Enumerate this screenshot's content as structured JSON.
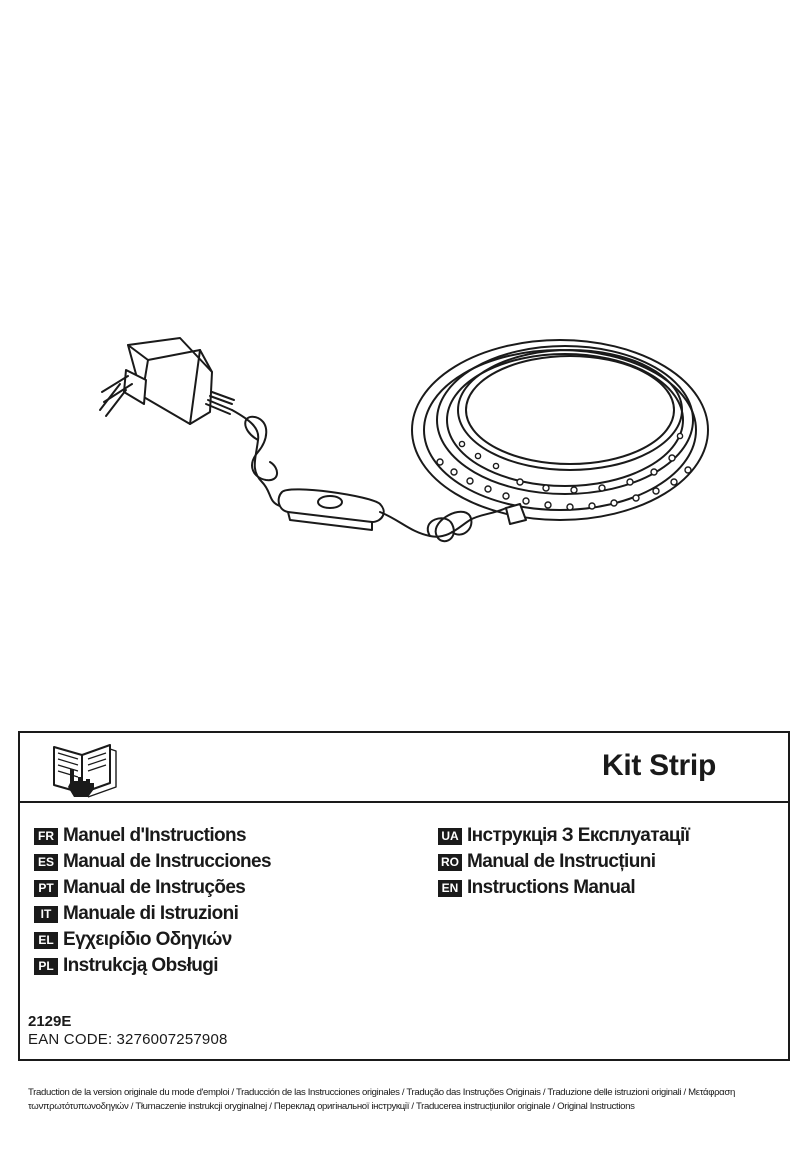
{
  "product": {
    "title": "Kit Strip",
    "code": "2129E",
    "ean_label": "EAN CODE:",
    "ean_value": "3276007257908"
  },
  "languages_left": [
    {
      "code": "FR",
      "label": "Manuel d'Instructions"
    },
    {
      "code": "ES",
      "label": "Manual de Instrucciones"
    },
    {
      "code": "PT",
      "label": "Manual de Instruções"
    },
    {
      "code": "IT",
      "label": "Manuale di Istruzioni"
    },
    {
      "code": "EL",
      "label": "Εγχειρίδιο Οδηγιών"
    },
    {
      "code": "PL",
      "label": "Instrukcją Obsługi"
    }
  ],
  "languages_right": [
    {
      "code": "UA",
      "label": "Інструкція З Експлуатації"
    },
    {
      "code": "RO",
      "label": "Manual de Instrucțiuni"
    },
    {
      "code": "EN",
      "label": "Instructions Manual"
    }
  ],
  "footer": {
    "translations_note": "Traduction de la version originale du mode d'emploi / Traducción de las Instrucciones originales / Tradução das Instruções Originais / Traduzione delle istruzioni originali / Μετάφραση τωνπρωτότυπωνοδηγιών / Tłumaczenie instrukcji oryginalnej / Переклад оригінальної інструкції / Traducerea instrucțiunilor originale / Original Instructions"
  },
  "icons": {
    "manual": "manual-book-hand-icon"
  }
}
